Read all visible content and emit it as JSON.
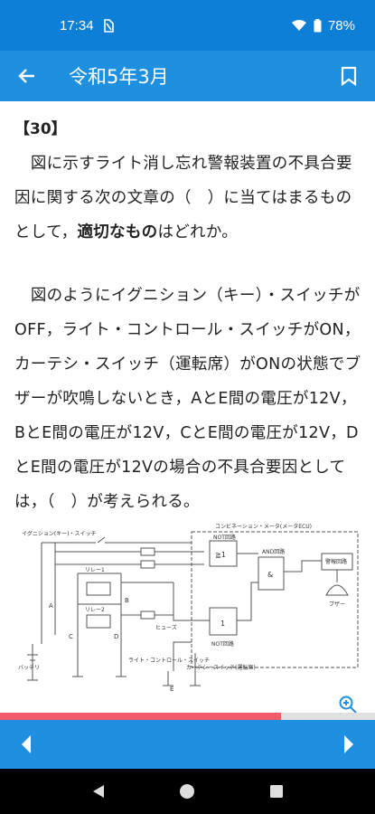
{
  "status": {
    "time": "17:34",
    "battery": "78%"
  },
  "app_bar": {
    "title": "令和5年3月"
  },
  "question": {
    "number": "【30】",
    "para1_a": "図に示すライト消し忘れ警報装置の不具合要因に関する次の文章の（　）に当てはまるものとして，",
    "para1_em": "適切なもの",
    "para1_b": "はどれか。",
    "para2": "図のようにイグニション（キー）・スイッチがOFF，ライト・コントロール・スイッチがON，カーテシ・スイッチ（運転席）がONの状態でブザーが吹鳴しないとき，AとE間の電圧が12V，BとE間の電圧が12V，CとE間の電圧が12V，DとE間の電圧が12Vの場合の不具合要因としては，（　）が考えられる。"
  },
  "diagram": {
    "ignition_label": "イグニション(キー)・スイッチ",
    "combination_meter": "コンビネーション・メータ(メータECU)",
    "not_gate_top": "NOT回路",
    "and_gate": "AND回路",
    "not_gate_bottom": "NOT回路",
    "alarm_circuit": "警報回路",
    "buzzer": "ブザー",
    "relay1": "リレー1",
    "relay2": "リレー2",
    "fuse": "ヒューズ",
    "battery": "バッテリ",
    "light_switch": "ライト・コントロール・スイッチ",
    "courtesy_switch": "カーテシ・スイッチ(運転席)",
    "gate_top_value": "≧1",
    "gate_and_value": "&",
    "gate_bottom_value": "1",
    "point_a": "A",
    "point_b": "B",
    "point_c": "C",
    "point_d": "D",
    "point_e": "E"
  },
  "progress": {
    "value": 0.75
  },
  "colors": {
    "status_bar": "#0d7fd6",
    "app_bar": "#1f8fe0",
    "progress": "#f25c6a",
    "nav": "#1f8fe0"
  }
}
